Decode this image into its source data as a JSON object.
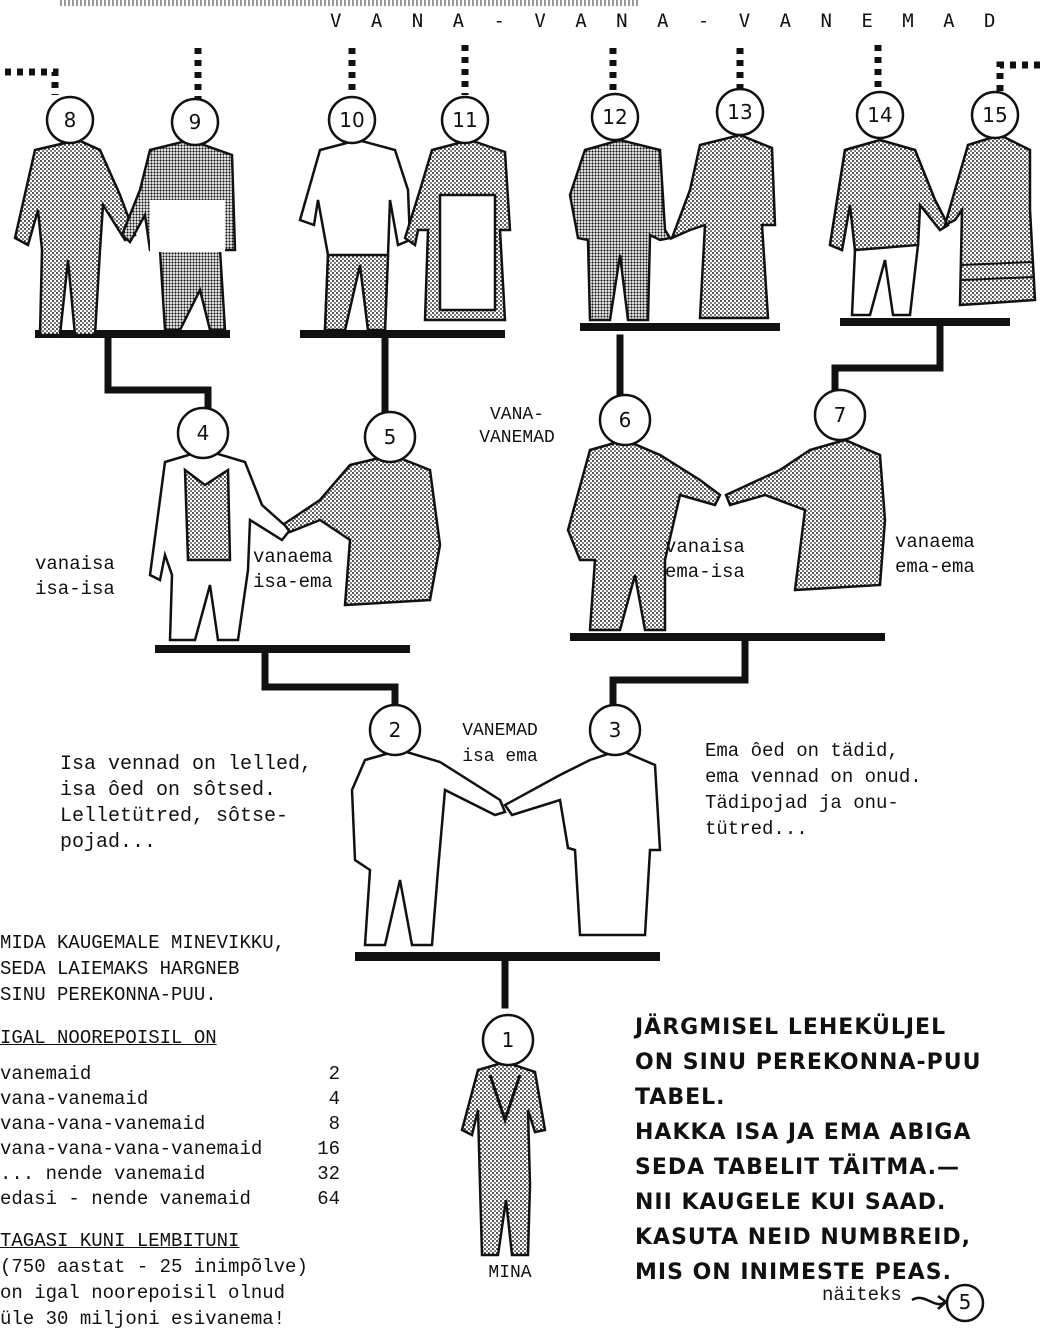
{
  "title": "V A N A - V A N A - V A N E M A D",
  "generations": {
    "grandparents": "VANA-\nVANEMAD",
    "parents_line1": "VANEMAD",
    "parents_line2": "isa ema",
    "me": "MINA"
  },
  "people": [
    {
      "n": "1"
    },
    {
      "n": "2"
    },
    {
      "n": "3"
    },
    {
      "n": "4"
    },
    {
      "n": "5"
    },
    {
      "n": "6"
    },
    {
      "n": "7"
    },
    {
      "n": "8"
    },
    {
      "n": "9"
    },
    {
      "n": "10"
    },
    {
      "n": "11"
    },
    {
      "n": "12"
    },
    {
      "n": "13"
    },
    {
      "n": "14"
    },
    {
      "n": "15"
    }
  ],
  "relation_labels": {
    "p4": "vanaisa\nisa-isa",
    "p5": "vanaema\nisa-ema",
    "p6": "vanaisa\nema-isa",
    "p7": "vanaema\nema-ema"
  },
  "notes": {
    "father_side": "Isa vennad on lelled,\nisa ôed on sôtsed.\nLelletütred, sôtse-\npojad...",
    "mother_side": "Ema ôed on tädid,\nema vennad on onud.\nTädipojad ja onu-\ntütred..."
  },
  "left_block": {
    "intro": "MIDA KAUGEMALE MINEVIKKU,\nSEDA LAIEMAKS HARGNEB\nSINU PEREKONNA-PUU.",
    "heading": "IGAL NOOREPOISIL ON",
    "counts": [
      {
        "label": "vanemaid",
        "value": "2"
      },
      {
        "label": "vana-vanemaid",
        "value": "4"
      },
      {
        "label": "vana-vana-vanemaid",
        "value": "8"
      },
      {
        "label": "vana-vana-vana-vanemaid",
        "value": "16"
      },
      {
        "label": "... nende vanemaid",
        "value": "32"
      },
      {
        "label": "edasi - nende vanemaid",
        "value": "64"
      }
    ],
    "heading2": "TAGASI KUNI LEMBITUNI",
    "footer": "(750 aastat - 25 inimpõlve)\non igal noorepoisil olnud\nüle 30 miljoni esivanema!"
  },
  "instructions": "JÄRGMISEL LEHEKÜLJEL\nON SINU PEREKONNA-PUU\nTABEL.\nHAKKA ISA JA EMA ABIGA\nSEDA TABELIT TÄITMA.—\nNII KAUGELE KUI SAAD.\nKASUTA NEID NUMBREID,\nMIS ON INIMESTE PEAS.",
  "example_label": "näiteks",
  "example_number": "5"
}
